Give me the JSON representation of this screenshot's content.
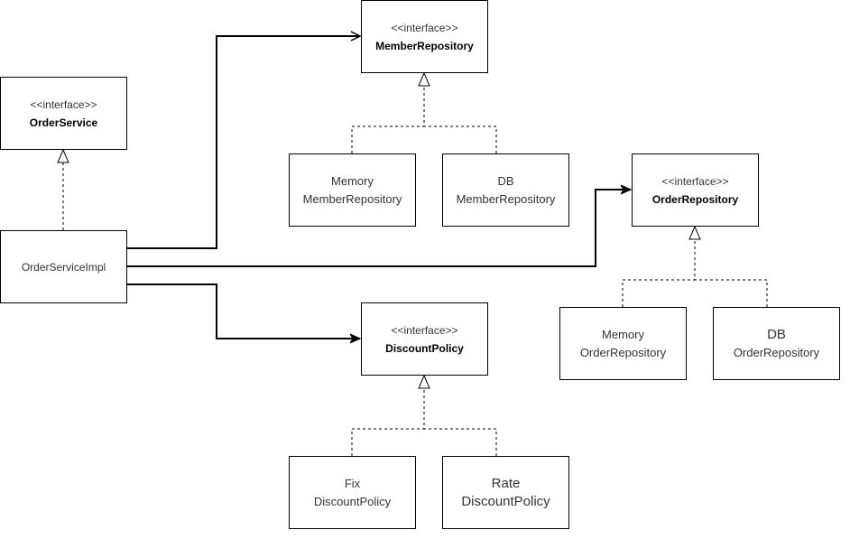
{
  "diagram": {
    "nodes": {
      "member_repository": {
        "stereotype": "<<interface>>",
        "name": "MemberRepository"
      },
      "order_service": {
        "stereotype": "<<interface>>",
        "name": "OrderService"
      },
      "memory_member_repository": {
        "line1": "Memory",
        "line2": "MemberRepository"
      },
      "db_member_repository": {
        "line1": "DB",
        "line2": "MemberRepository"
      },
      "order_repository": {
        "stereotype": "<<interface>>",
        "name": "OrderRepository"
      },
      "order_service_impl": {
        "name": "OrderServiceImpl"
      },
      "memory_order_repository": {
        "line1": "Memory",
        "line2": "OrderRepository"
      },
      "db_order_repository": {
        "line1": "DB",
        "line2": "OrderRepository"
      },
      "discount_policy": {
        "stereotype": "<<interface>>",
        "name": "DiscountPolicy"
      },
      "fix_discount_policy": {
        "line1": "Fix",
        "line2": "DiscountPolicy"
      },
      "rate_discount_policy": {
        "line1": "Rate",
        "line2": "DiscountPolicy"
      }
    },
    "edges": [
      {
        "from": "OrderServiceImpl",
        "to": "OrderService",
        "kind": "realization"
      },
      {
        "from": "OrderServiceImpl",
        "to": "MemberRepository",
        "kind": "dependency"
      },
      {
        "from": "OrderServiceImpl",
        "to": "OrderRepository",
        "kind": "dependency"
      },
      {
        "from": "OrderServiceImpl",
        "to": "DiscountPolicy",
        "kind": "dependency"
      },
      {
        "from": "MemoryMemberRepository",
        "to": "MemberRepository",
        "kind": "realization"
      },
      {
        "from": "DBMemberRepository",
        "to": "MemberRepository",
        "kind": "realization"
      },
      {
        "from": "MemoryOrderRepository",
        "to": "OrderRepository",
        "kind": "realization"
      },
      {
        "from": "DBOrderRepository",
        "to": "OrderRepository",
        "kind": "realization"
      },
      {
        "from": "FixDiscountPolicy",
        "to": "DiscountPolicy",
        "kind": "realization"
      },
      {
        "from": "RateDiscountPolicy",
        "to": "DiscountPolicy",
        "kind": "realization"
      }
    ]
  }
}
